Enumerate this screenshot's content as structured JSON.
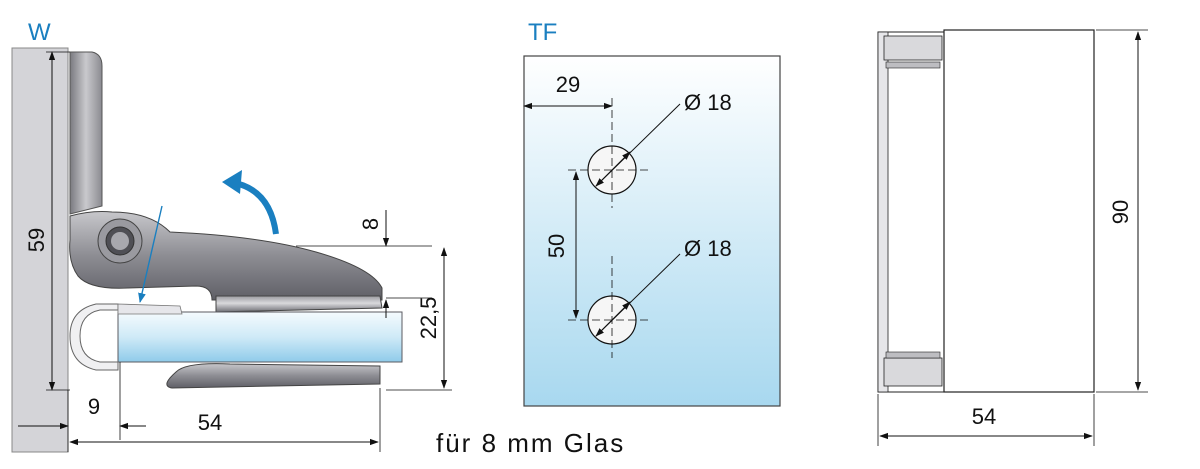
{
  "labels": {
    "wall": "W",
    "glass_plate": "TF",
    "caption": "für 8 mm Glas"
  },
  "dimensions": {
    "side_height": "59",
    "glass_offset": "9",
    "side_depth": "54",
    "top_gap": "8",
    "clamp_height": "22,5",
    "hole_offset": "29",
    "hole_diameter_top": "Ø 18",
    "hole_spacing": "50",
    "hole_diameter_bottom": "Ø 18",
    "front_height": "90",
    "front_width": "54"
  },
  "colors": {
    "accent": "#1a7fc0",
    "wall_fill": "#d4d4d8",
    "glass_top": "#eef7fc",
    "glass_bottom": "#a9d8f0",
    "metal_dark": "#6e6e74",
    "metal_light": "#c8c8cc"
  }
}
